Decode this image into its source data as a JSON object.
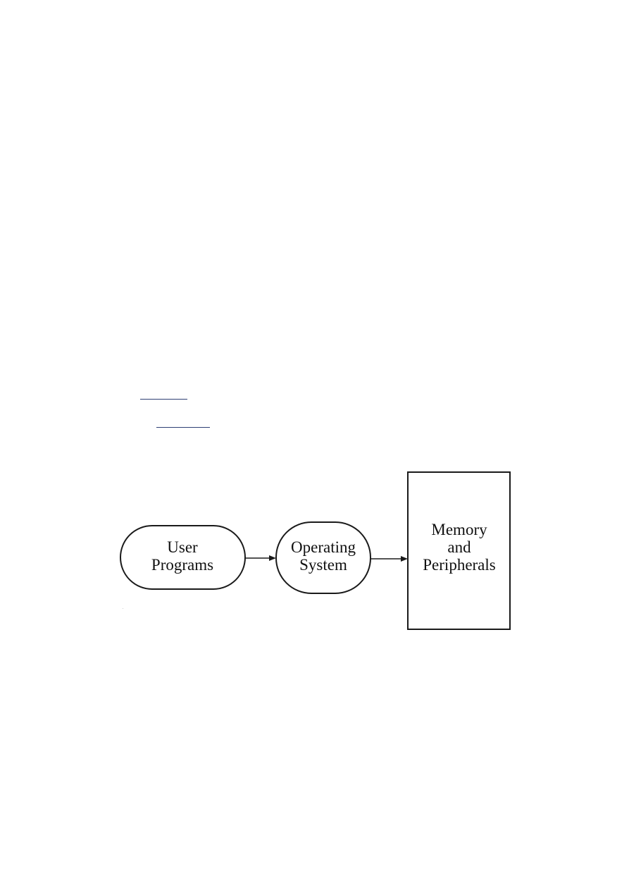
{
  "links": [
    {
      "id": "link-1",
      "text": "",
      "color": "#2d3f73"
    },
    {
      "id": "link-2",
      "text": "",
      "color": "#2d3f73"
    }
  ],
  "diagram": {
    "nodes": [
      {
        "id": "user-programs",
        "shape": "stadium",
        "lines": [
          "User",
          "Programs"
        ]
      },
      {
        "id": "operating-system",
        "shape": "rounded-oval",
        "lines": [
          "Operating",
          "System"
        ]
      },
      {
        "id": "memory-peripherals",
        "shape": "rectangle",
        "lines": [
          "Memory",
          "and",
          "Peripherals"
        ]
      }
    ],
    "edges": [
      {
        "from": "user-programs",
        "to": "operating-system",
        "style": "arrow"
      },
      {
        "from": "operating-system",
        "to": "memory-peripherals",
        "style": "arrow"
      }
    ],
    "stroke_color": "#1a1a1a",
    "background": "#ffffff"
  }
}
